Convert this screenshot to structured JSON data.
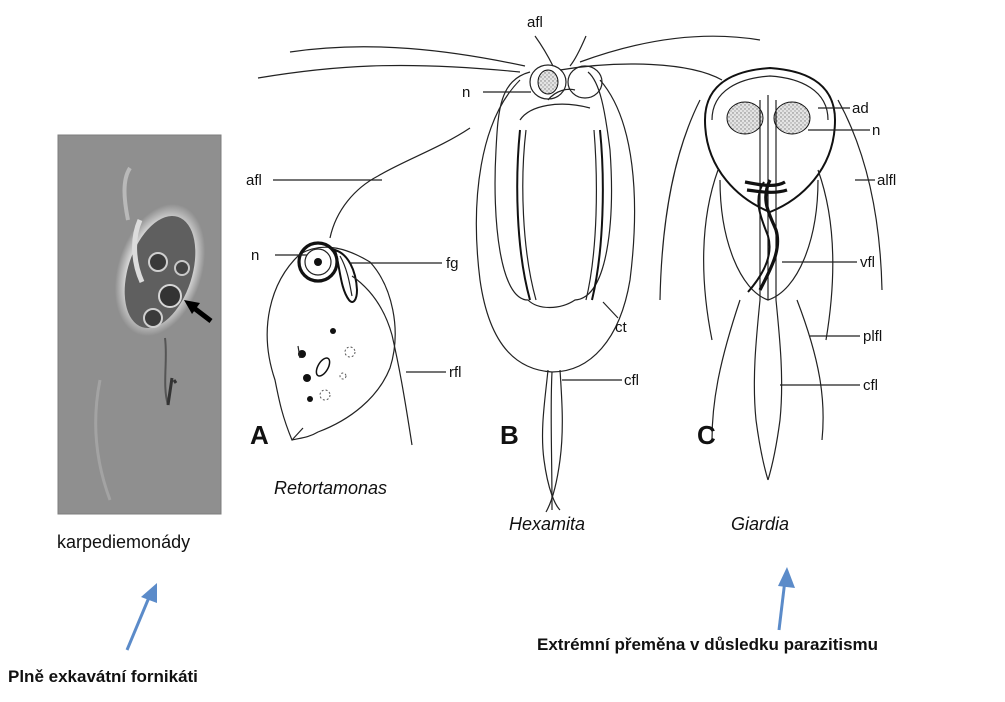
{
  "photo": {
    "caption": "karpediemonády"
  },
  "figures": [
    {
      "panel": "A",
      "genus": "Retortamonas",
      "labels": [
        "afl",
        "n",
        "fg",
        "rfl"
      ]
    },
    {
      "panel": "B",
      "genus": "Hexamita",
      "labels": [
        "afl",
        "n",
        "ct",
        "cfl"
      ]
    },
    {
      "panel": "C",
      "genus": "Giardia",
      "labels": [
        "ad",
        "n",
        "alfl",
        "vfl",
        "plfl",
        "cfl"
      ]
    }
  ],
  "notes": {
    "left": "Plně exkavátní fornikáti",
    "right": "Extrémní přeměna v důsledku parazitismu"
  },
  "colors": {
    "arrow": "#5b8bc9",
    "photo_bg": "#8f8f8f"
  }
}
